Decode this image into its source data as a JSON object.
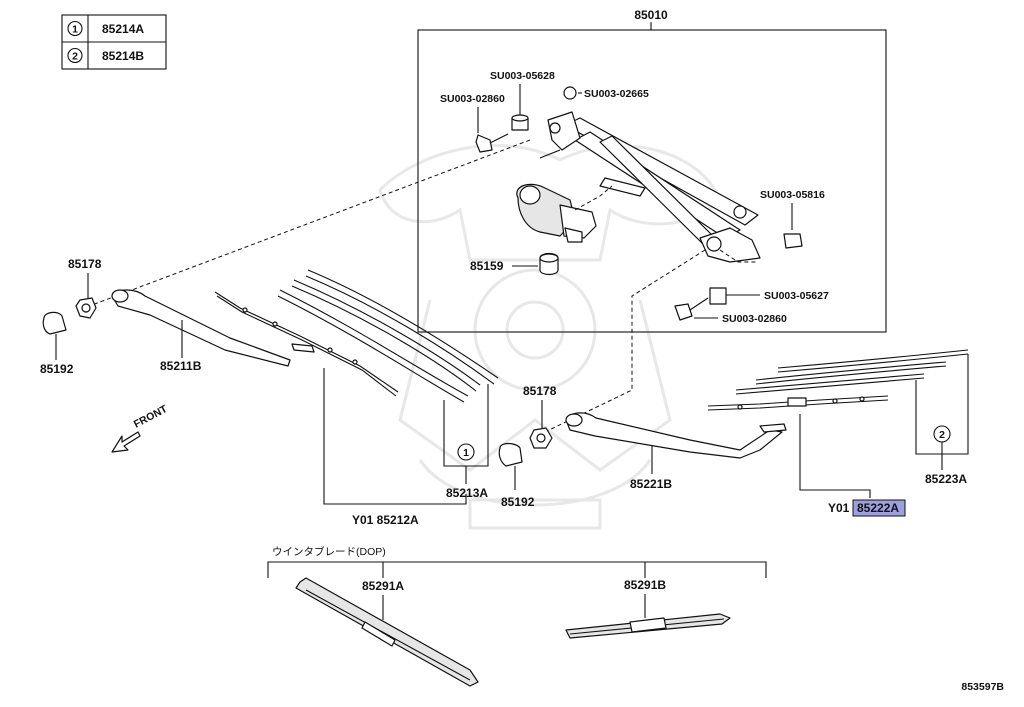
{
  "legend": [
    {
      "marker": "1",
      "part": "85214A"
    },
    {
      "marker": "2",
      "part": "85214B"
    }
  ],
  "labels": {
    "assembly": "85010",
    "su_05628": "SU003-05628",
    "su_02860_top": "SU003-02860",
    "su_02665": "SU003-02665",
    "su_05816": "SU003-05816",
    "motor": "85159",
    "su_05627": "SU003-05627",
    "su_02860_bottom": "SU003-02860",
    "nut_left": "85178",
    "cap_left": "85192",
    "arm_left": "85211B",
    "blade_left": "85213A",
    "blade_left_assy": "Y01 85212A",
    "nut_right": "85178",
    "cap_right": "85192",
    "arm_right": "85221B",
    "blade_right": "85223A",
    "blade_right_assy_prefix": "Y01",
    "blade_right_assy_part": "85222A",
    "front": "FRONT",
    "group_title": "ウインタブレード(DOP)",
    "winter_a": "85291A",
    "winter_b": "85291B",
    "diagram_code": "853597B",
    "circle_1": "1",
    "circle_2": "2"
  },
  "colors": {
    "highlight": "#9f9fdf",
    "line": "#111111"
  }
}
